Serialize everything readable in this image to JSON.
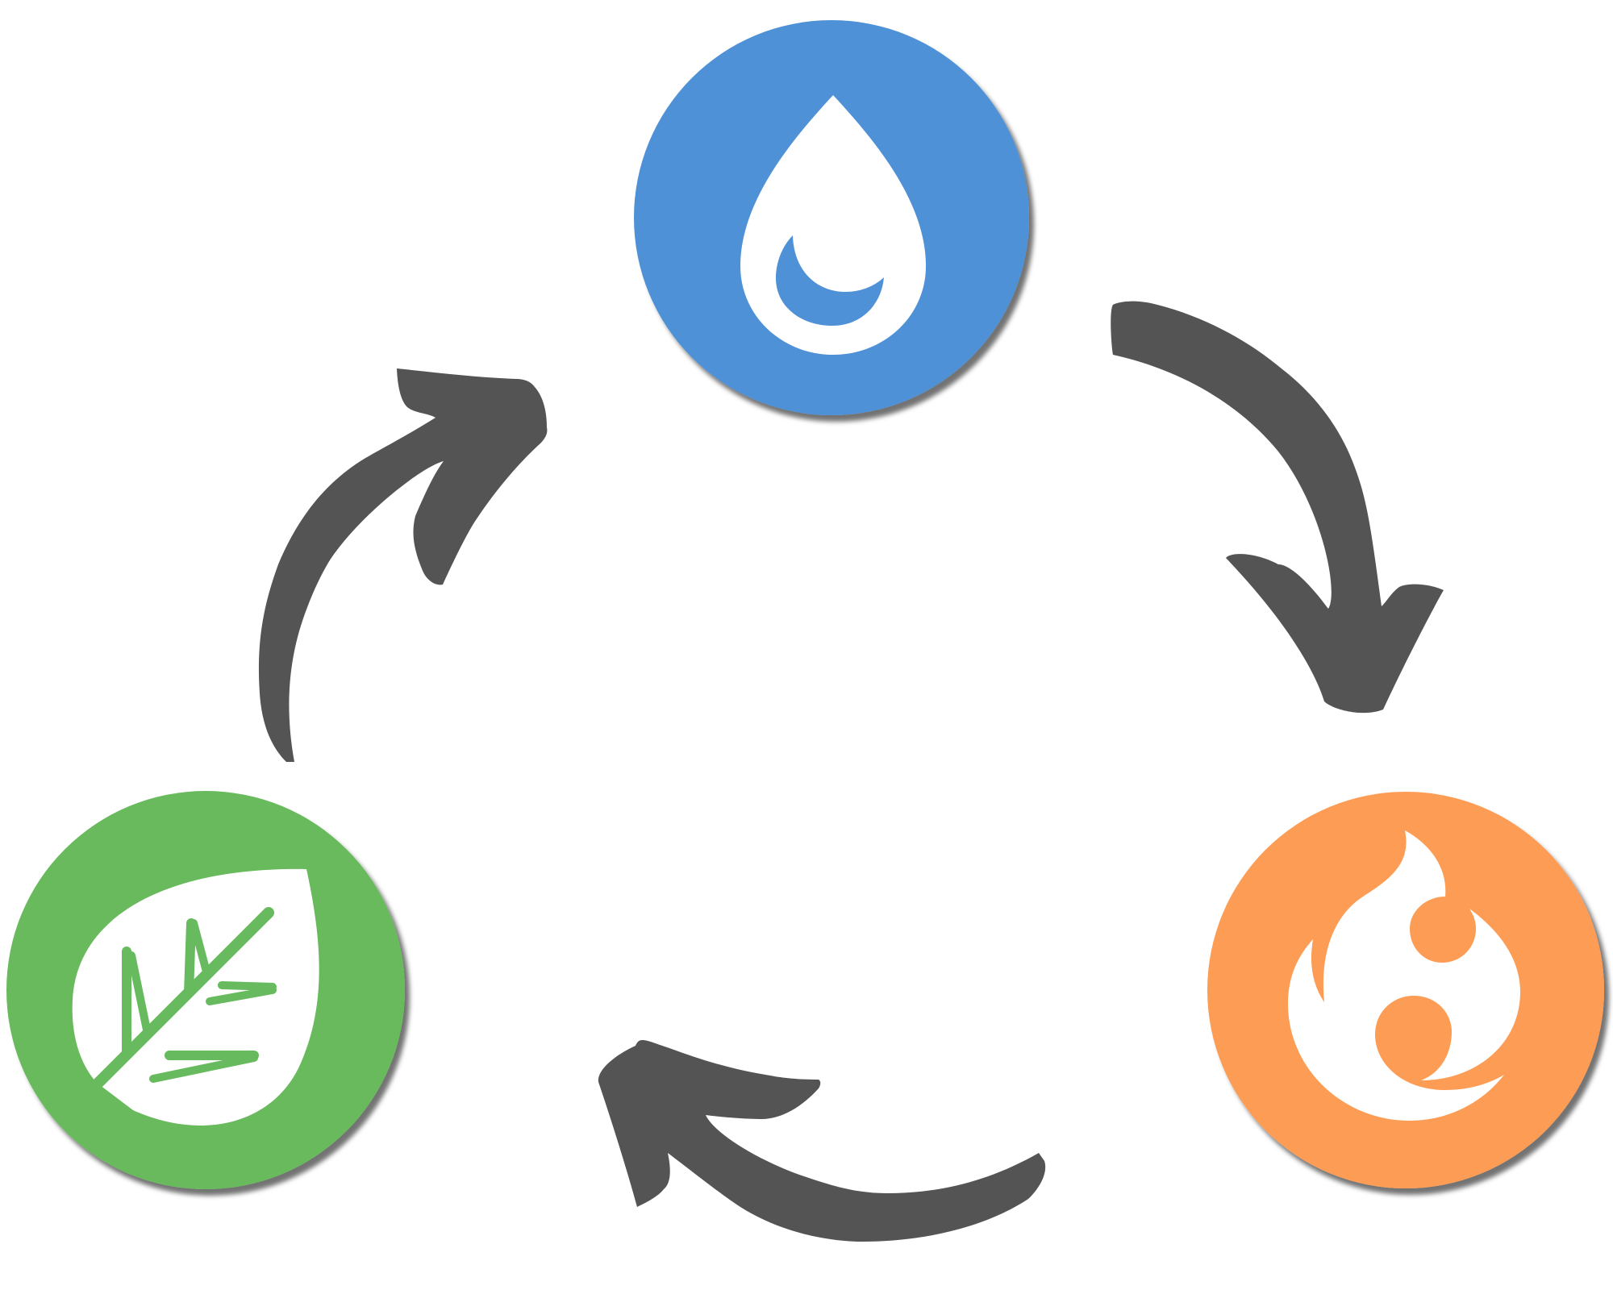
{
  "diagram": {
    "nodes": [
      {
        "id": "water",
        "icon": "water-drop-icon",
        "color": "#4f91d7",
        "icon_color": "#ffffff"
      },
      {
        "id": "fire",
        "icon": "flame-icon",
        "color": "#fd9d55",
        "icon_color": "#ffffff"
      },
      {
        "id": "grass",
        "icon": "leaf-icon",
        "color": "#67ba5d",
        "icon_color": "#ffffff"
      }
    ],
    "arrows": [
      {
        "from": "water",
        "to": "fire",
        "color": "#545454"
      },
      {
        "from": "fire",
        "to": "grass",
        "color": "#545454"
      },
      {
        "from": "grass",
        "to": "water",
        "color": "#545454"
      }
    ]
  }
}
